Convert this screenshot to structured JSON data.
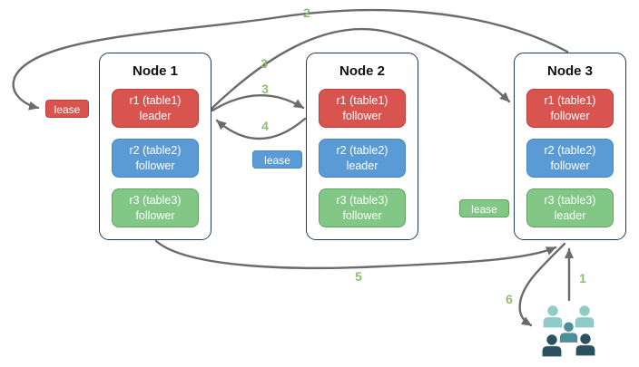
{
  "nodes": [
    {
      "name": "Node 1",
      "replicas": [
        {
          "line1": "r1 (table1)",
          "line2": "leader",
          "color": "#d9534f"
        },
        {
          "line1": "r2 (table2)",
          "line2": "follower",
          "color": "#5b9bd5"
        },
        {
          "line1": "r3 (table3)",
          "line2": "follower",
          "color": "#82c785"
        }
      ]
    },
    {
      "name": "Node 2",
      "replicas": [
        {
          "line1": "r1 (table1)",
          "line2": "follower",
          "color": "#d9534f"
        },
        {
          "line1": "r2 (table2)",
          "line2": "leader",
          "color": "#5b9bd5"
        },
        {
          "line1": "r3 (table3)",
          "line2": "follower",
          "color": "#82c785"
        }
      ]
    },
    {
      "name": "Node 3",
      "replicas": [
        {
          "line1": "r1 (table1)",
          "line2": "follower",
          "color": "#d9534f"
        },
        {
          "line1": "r2 (table2)",
          "line2": "follower",
          "color": "#5b9bd5"
        },
        {
          "line1": "r3 (table3)",
          "line2": "leader",
          "color": "#82c785"
        }
      ]
    }
  ],
  "leases": [
    {
      "label": "lease",
      "color": "#d9534f"
    },
    {
      "label": "lease",
      "color": "#5b9bd5"
    },
    {
      "label": "lease",
      "color": "#82c785"
    }
  ],
  "steps": {
    "s1": "1",
    "s2": "2",
    "s3a": "3",
    "s3b": "3",
    "s4": "4",
    "s5": "5",
    "s6": "6"
  },
  "icons": {
    "users": "users-group-icon"
  },
  "colors": {
    "replica_red": "#d9534f",
    "replica_blue": "#5b9bd5",
    "replica_green": "#82c785",
    "node_border": "#1f3a5f",
    "arrow_gray": "#6b6b6b",
    "step_label_green": "#8cc06f",
    "users_light_teal": "#8fcbc9",
    "users_mid_teal": "#4e8e98",
    "users_dark_teal": "#2b5160"
  }
}
